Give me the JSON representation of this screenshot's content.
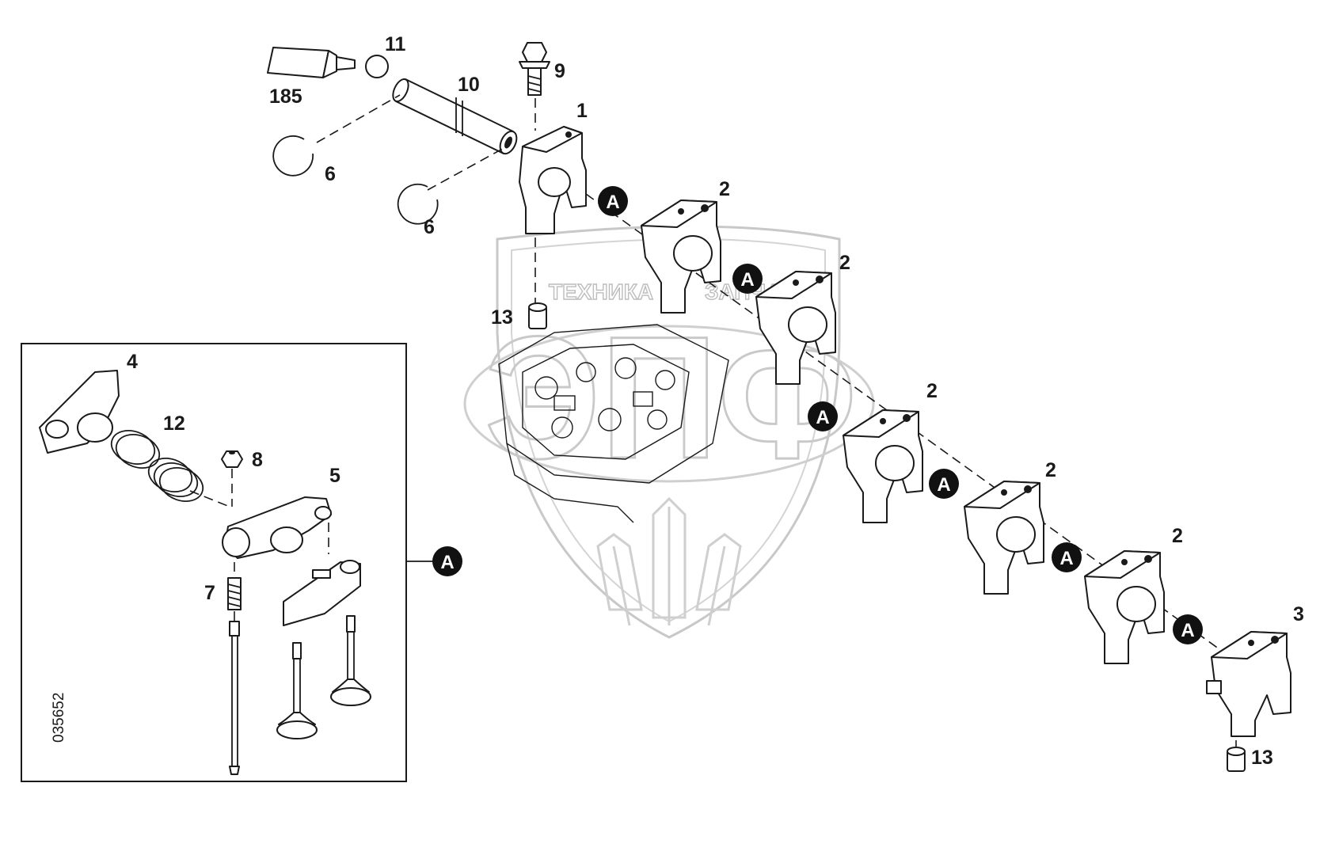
{
  "diagram": {
    "ref_number": "035652",
    "marker_label": "A",
    "watermark": {
      "left_word": "ТЕХНИКА",
      "right_word": "ЗАПЧАСТИ",
      "monogram": "ЭПФ"
    },
    "callouts": {
      "c185": "185",
      "c11": "11",
      "c10": "10",
      "c9": "9",
      "c1": "1",
      "c6a": "6",
      "c6b": "6",
      "c2a": "2",
      "c2b": "2",
      "c2c": "2",
      "c2d": "2",
      "c2e": "2",
      "c3": "3",
      "c13a": "13",
      "c13b": "13",
      "c4": "4",
      "c12": "12",
      "c8": "8",
      "c5": "5",
      "c7": "7"
    }
  }
}
